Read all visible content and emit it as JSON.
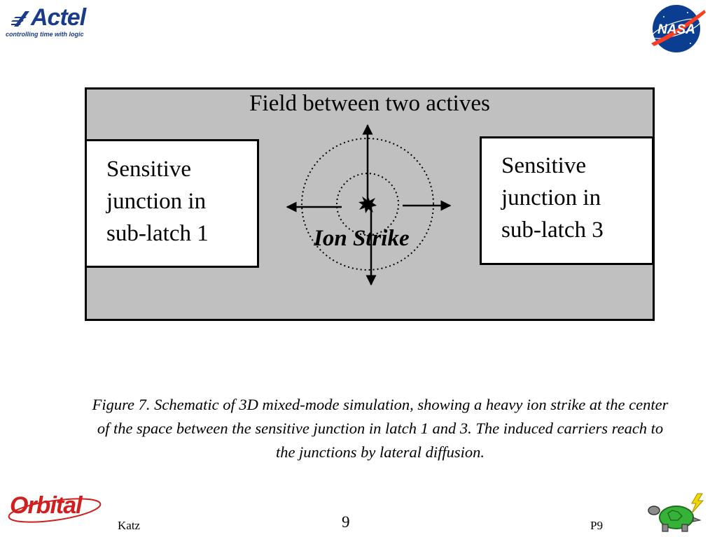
{
  "header": {
    "left_logo": {
      "wordmark": "Actel",
      "tagline": "controlling time with logic",
      "color": "#1a3a8a"
    },
    "right_logo": {
      "wordmark": "NASA",
      "color_blue": "#0b3d91",
      "color_red": "#fc3d21"
    }
  },
  "diagram": {
    "field_label": "Field between two actives",
    "field_fill": "#c0c0c0",
    "left_junction": {
      "lines": [
        "Sensitive",
        "junction in",
        "sub-latch 1"
      ]
    },
    "right_junction": {
      "lines": [
        "Sensitive",
        "junction in",
        "sub-latch 3"
      ]
    },
    "strike_label": "Ion Strike",
    "strike_icon": "starburst-icon",
    "arrow_directions": [
      "up",
      "down",
      "left",
      "right"
    ]
  },
  "caption": {
    "text": "Figure 7. Schematic of 3D mixed-mode simulation, showing a heavy ion strike at the center of the space between the sensitive junction in latch 1 and 3. The induced carriers reach to the junctions by lateral diffusion."
  },
  "footer": {
    "left_logo": {
      "wordmark": "Orbital",
      "color": "#d11f1f"
    },
    "author": "Katz",
    "page_number": "9",
    "page_code": "P9",
    "right_logo": "turtle-lightning-icon"
  }
}
